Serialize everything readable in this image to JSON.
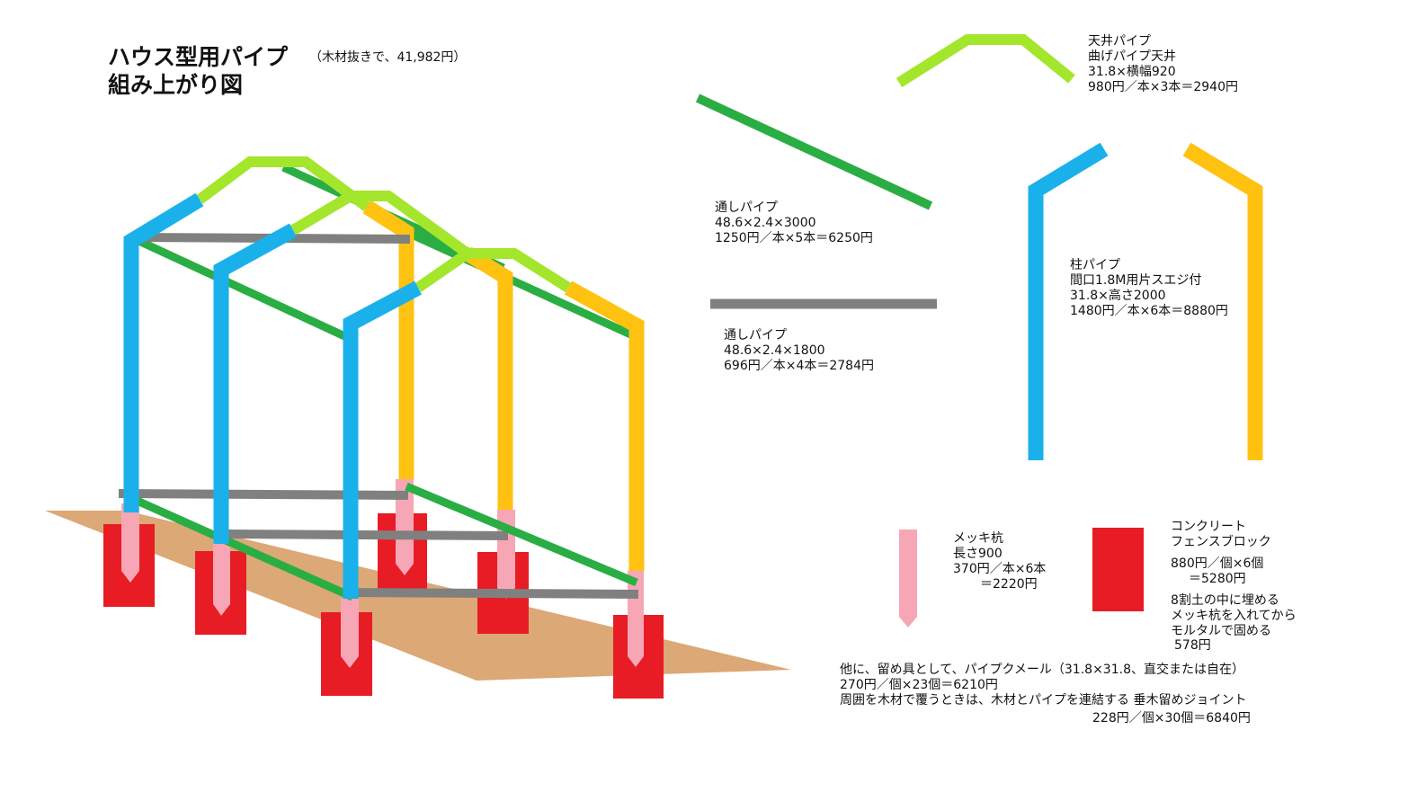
{
  "title": {
    "line1": "ハウス型用パイプ",
    "line2": "組み上がり図",
    "note": "（木材抜きで、41,982円）"
  },
  "colors": {
    "ground": "#DBA876",
    "green_pipe": "#2AAE43",
    "ceiling_pipe": "#A3E62C",
    "blue_pillar": "#1AB1EB",
    "orange_pillar": "#FFC211",
    "grey_pipe": "#808080",
    "stake": "#F7A6B6",
    "block": "#E81C24"
  },
  "parts": {
    "ceiling": {
      "name": "天井パイプ",
      "line2": "曲げパイプ天井",
      "spec": "31.8×横幅920",
      "price": "980円／本×3本＝2940円"
    },
    "through_long": {
      "name": "通しパイプ",
      "spec": "48.6×2.4×3000",
      "price": "1250円／本×5本＝6250円"
    },
    "through_short": {
      "name": "通しパイプ",
      "spec": "48.6×2.4×1800",
      "price": "696円／本×4本＝2784円"
    },
    "pillar": {
      "name": "柱パイプ",
      "line2": "間口1.8M用片スエジ付",
      "spec": "31.8×高さ2000",
      "price": "1480円／本×6本＝8880円"
    },
    "stake": {
      "name": "メッキ杭",
      "spec": "長さ900",
      "price": "370円／本×6本",
      "total": "＝2220円"
    },
    "block": {
      "name": "コンクリート",
      "line2": "フェンスブロック",
      "price": "880円／個×6個",
      "total": "＝5280円",
      "note1": "8割土の中に埋める",
      "note2": "メッキ杭を入れてから",
      "note3": "モルタルで固める",
      "mortar": "578円"
    }
  },
  "footer": {
    "line1": "他に、留め具として、パイプクメール（31.8×31.8、直交または自在）",
    "line2": "270円／個×23個＝6210円",
    "line3": "周囲を木材で覆うときは、木材とパイプを連結する 垂木留めジョイント",
    "line4": "228円／個×30個＝6840円"
  }
}
